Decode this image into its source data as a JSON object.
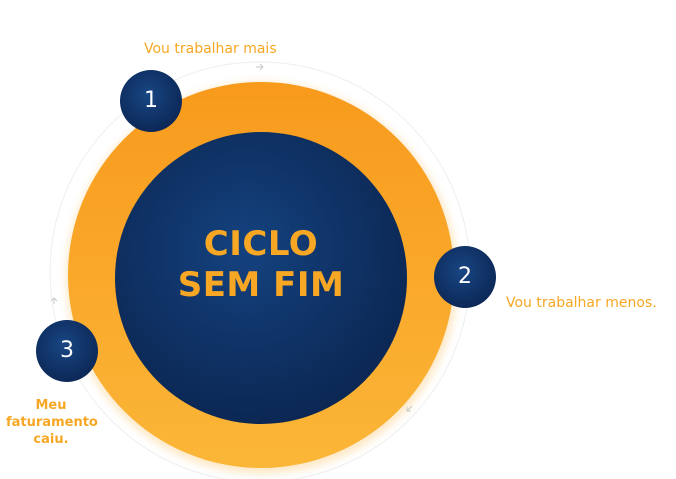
{
  "center": {
    "line1": "CICLO",
    "line2": "SEM FIM"
  },
  "steps": [
    {
      "number": "1",
      "label": "Vou trabalhar mais"
    },
    {
      "number": "2",
      "label": "Vou trabalhar menos."
    },
    {
      "number": "3",
      "label_lines": [
        "Meu",
        "faturamento",
        "caiu."
      ]
    }
  ],
  "colors": {
    "ring_orange": "#f7a724",
    "navy": "#0f2f63",
    "label_orange": "#f7a724"
  }
}
